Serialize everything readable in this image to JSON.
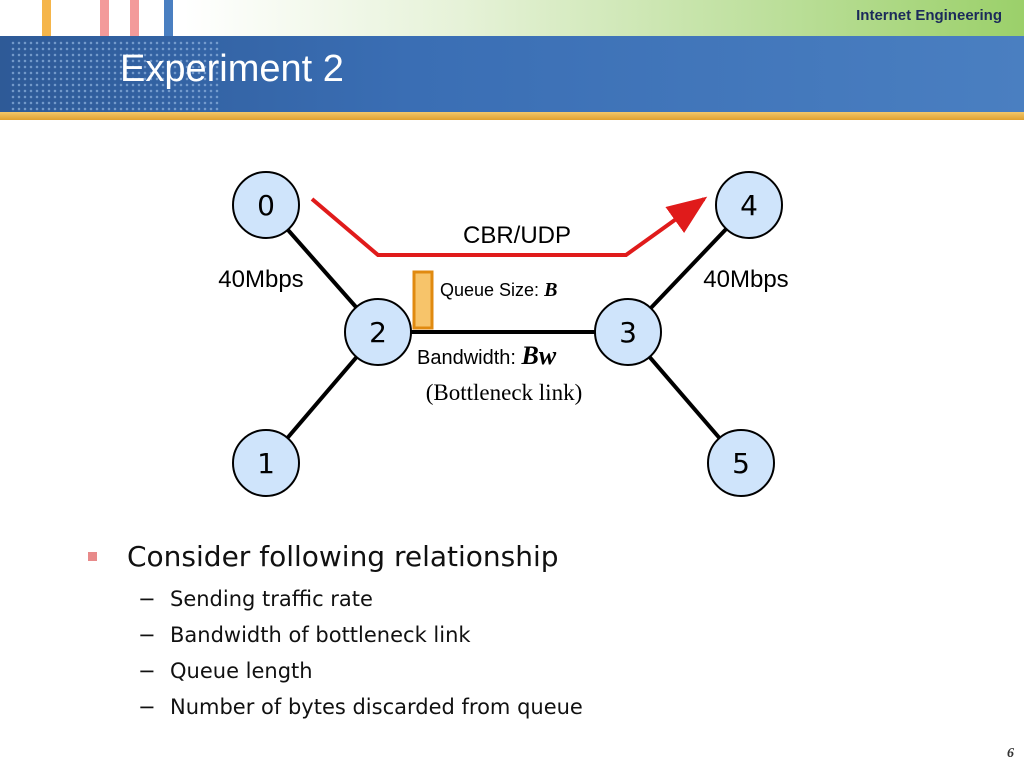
{
  "header": {
    "course": "Internet Engineering",
    "title": "Experiment 2",
    "colors": {
      "band": "#3a6eb4",
      "accent_line": "#e0a12f",
      "stripe_a": "#f5b54a",
      "stripe_b": "#f39a9a",
      "stripe_c": "#4a7fc1"
    }
  },
  "diagram": {
    "nodes": [
      {
        "id": "0",
        "label": "0"
      },
      {
        "id": "1",
        "label": "1"
      },
      {
        "id": "2",
        "label": "2"
      },
      {
        "id": "3",
        "label": "3"
      },
      {
        "id": "4",
        "label": "4"
      },
      {
        "id": "5",
        "label": "5"
      }
    ],
    "left_link_label": "40Mbps",
    "right_link_label": "40Mbps",
    "flow_label": "CBR/UDP",
    "queue_label": "Queue Size: ",
    "queue_symbol": "B",
    "bandwidth_label": "Bandwidth: ",
    "bandwidth_symbol": "Bw",
    "bottleneck_label": "(Bottleneck link)",
    "colors": {
      "node_fill": "#cfe4fb",
      "flow": "#e01b1b",
      "queue": "#f7c46a"
    }
  },
  "content": {
    "heading": "Consider following relationship",
    "items": [
      "Sending traffic rate",
      "Bandwidth of bottleneck link",
      "Queue length",
      "Number of bytes discarded from queue"
    ],
    "dash": "−"
  },
  "footer": {
    "page": "6"
  }
}
